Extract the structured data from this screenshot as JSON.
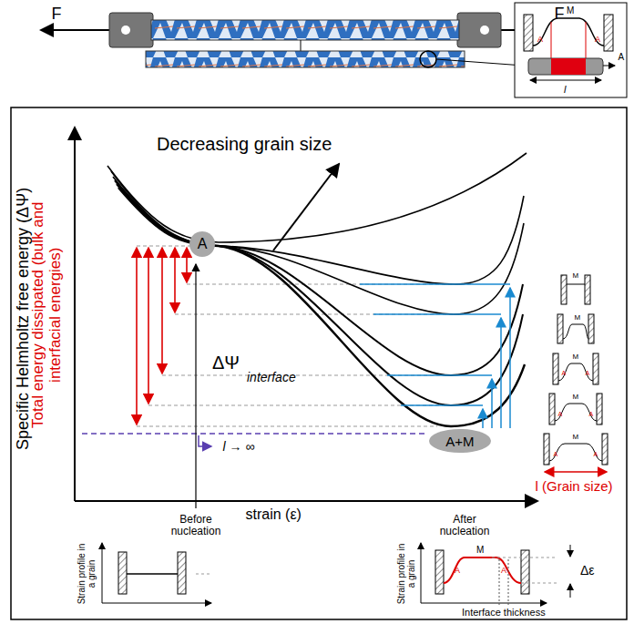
{
  "diagram": {
    "nodes": [
      {
        "text": [
          "A"
        ]
      },
      {
        "text": [
          "A+M"
        ]
      }
    ],
    "labels": [
      "F",
      "F",
      "M",
      "A",
      "A",
      "A",
      "l",
      "Specific Helmholtz free energy (ΔΨ)",
      "Total energy dissipated (bulk and interfacial energies)",
      "Decreasing grain size",
      "ΔΨ",
      "interface",
      "l → ∞",
      "l (Grain size)",
      "strain (ε)",
      "Before nucleation",
      "After nucleation",
      "M",
      "M",
      "M",
      "A",
      "A",
      "M",
      "A",
      "A",
      "M",
      "A",
      "A",
      "Strain profile in a grain",
      "Strain profile in a grain",
      "M",
      "A",
      "A",
      "Δε",
      "Interface thickness"
    ]
  }
}
